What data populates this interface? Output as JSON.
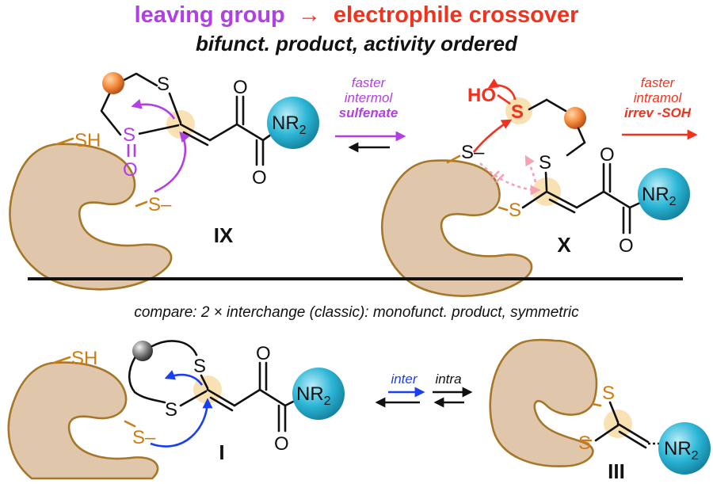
{
  "title": {
    "part1": "leaving group",
    "arrow": "→",
    "part2": "electrophile crossover",
    "subtitle": "bifunct. product, activity ordered"
  },
  "colors": {
    "purple": "#b23ee6",
    "red": "#f2321c",
    "blue": "#1b3ff0",
    "sulfur": "#d17a10",
    "cyan": "#2cb6d6",
    "highlight": "#f7dca4",
    "protein": "#e0c7ac",
    "protein_outline": "#a67729"
  },
  "atoms": {
    "S": "S",
    "O": "O",
    "SH": "SH",
    "S_minus": "S–",
    "HO": "HO",
    "NR": "NR",
    "sub2": "2"
  },
  "labels": {
    "ix": "IX",
    "x": "X",
    "i": "I",
    "iii": "III"
  },
  "top_arrow": {
    "line1": "faster",
    "line2": "intermol",
    "line3": "sulfenate"
  },
  "right_arrow": {
    "line1": "faster",
    "line2": "intramol",
    "line3": "irrev -SOH"
  },
  "compare_text": "compare: 2 × interchange (classic): monofunct. product, symmetric",
  "bottom_arrows": {
    "inter": "inter",
    "intra": "intra"
  }
}
